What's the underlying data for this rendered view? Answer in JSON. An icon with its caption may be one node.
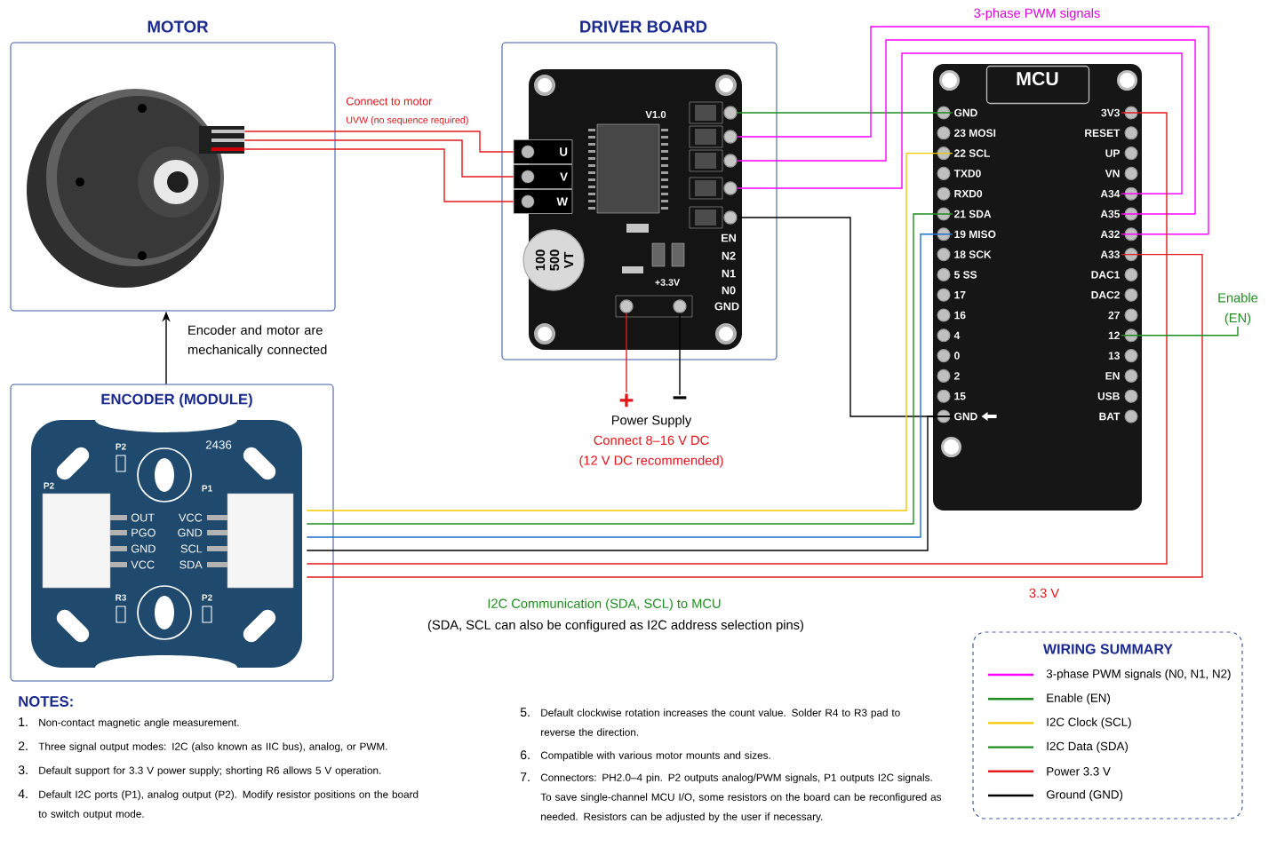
{
  "diagram": {
    "nodes": [
      {
        "text": [
          "MOTOR"
        ]
      },
      {
        "text": [],
        "shape": "picture",
        "in": 0
      },
      {
        "text": [
          "DRIVER BOARD"
        ]
      },
      {
        "text": [],
        "shape": "picture",
        "in": 2
      },
      {
        "text": [
          "U"
        ],
        "in": 3
      },
      {
        "text": [
          "V"
        ],
        "in": 3
      },
      {
        "text": [
          "W"
        ],
        "in": 3
      },
      {
        "text": [],
        "shape": "circle",
        "in": 3
      },
      {
        "text": [],
        "shape": "circle",
        "in": 3
      },
      {
        "text": [],
        "shape": "circle",
        "in": 3
      },
      {
        "text": [],
        "shape": "circle",
        "in": 3
      },
      {
        "text": [],
        "shape": "circle",
        "in": 3
      },
      {
        "text": [],
        "shape": "circle",
        "in": 3
      },
      {
        "text": [],
        "shape": "circle",
        "in": 3
      },
      {
        "text": [
          "MCU"
        ]
      },
      {
        "text": [
          "GND"
        ],
        "in": 14
      },
      {
        "text": [
          "23 MOSI"
        ],
        "in": 14
      },
      {
        "text": [
          "22 SCL"
        ],
        "in": 14
      },
      {
        "text": [
          "TXD0"
        ],
        "in": 14
      },
      {
        "text": [
          "RXD0"
        ],
        "in": 14
      },
      {
        "text": [
          "21 SDA"
        ],
        "in": 14
      },
      {
        "text": [
          "19 MISO"
        ],
        "in": 14
      },
      {
        "text": [
          "18 SCK"
        ],
        "in": 14
      },
      {
        "text": [
          "5 SS"
        ],
        "in": 14
      },
      {
        "text": [
          "17"
        ],
        "in": 14
      },
      {
        "text": [
          "16"
        ],
        "in": 14
      },
      {
        "text": [
          "4"
        ],
        "in": 14
      },
      {
        "text": [
          "0"
        ],
        "in": 14
      },
      {
        "text": [
          "2"
        ],
        "in": 14
      },
      {
        "text": [
          "15"
        ],
        "in": 14
      },
      {
        "text": [
          "GND"
        ],
        "in": 14
      },
      {
        "text": [
          "3V3"
        ],
        "in": 14
      },
      {
        "text": [
          "RESET"
        ],
        "in": 14
      },
      {
        "text": [
          "UP"
        ],
        "in": 14
      },
      {
        "text": [
          "VN"
        ],
        "in": 14
      },
      {
        "text": [
          "A34"
        ],
        "in": 14
      },
      {
        "text": [
          "A35"
        ],
        "in": 14
      },
      {
        "text": [
          "A32"
        ],
        "in": 14
      },
      {
        "text": [
          "A33"
        ],
        "in": 14
      },
      {
        "text": [
          "DAC1"
        ],
        "in": 14
      },
      {
        "text": [
          "DAC2"
        ],
        "in": 14
      },
      {
        "text": [
          "27"
        ],
        "in": 14
      },
      {
        "text": [
          "12"
        ],
        "in": 14
      },
      {
        "text": [
          "13"
        ],
        "in": 14
      },
      {
        "text": [
          "EN"
        ],
        "in": 14
      },
      {
        "text": [
          "USB"
        ],
        "in": 14
      },
      {
        "text": [
          "BAT"
        ],
        "in": 14
      },
      {
        "text": [
          "ENCODER (MODULE)"
        ]
      },
      {
        "text": [],
        "shape": "picture",
        "in": 47
      },
      {
        "text": [
          "+"
        ]
      },
      {
        "text": [
          "−"
        ]
      },
      {
        "text": [
          "Power Supply",
          "Connect 8–16 V DC",
          "(12 V DC recommended)"
        ]
      },
      {
        "text": [
          "Enable (EN)"
        ]
      }
    ],
    "edges": [
      {
        "from": 1,
        "to": 4,
        "arrow": "none"
      },
      {
        "from": 1,
        "to": 5,
        "arrow": "none"
      },
      {
        "from": 1,
        "to": 6,
        "arrow": "none"
      },
      {
        "from": 7,
        "to": 15,
        "arrow": "none",
        "color": "#1e8c1e"
      },
      {
        "from": 8,
        "to": 37,
        "arrow": "none",
        "color": "#ff00ff"
      },
      {
        "from": 9,
        "to": 36,
        "arrow": "none",
        "color": "#ff00ff"
      },
      {
        "from": 10,
        "to": 35,
        "arrow": "none",
        "color": "#ff00ff"
      },
      {
        "from": 11,
        "to": 30,
        "arrow": "none",
        "color": "#000000"
      },
      {
        "from": 12,
        "to": 49,
        "arrow": "none"
      },
      {
        "from": 13,
        "to": 50,
        "arrow": "none",
        "color": "#000000"
      },
      {
        "from": 47,
        "to": 0,
        "arrow": "to",
        "label": "Encoder and motor are mechanically connected",
        "color": "#000000"
      },
      {
        "from": 48,
        "to": 31,
        "arrow": "none"
      },
      {
        "from": 48,
        "to": 38,
        "arrow": "none"
      },
      {
        "from": 48,
        "to": 17,
        "arrow": "none",
        "color": "#f5c800"
      },
      {
        "from": 48,
        "to": 20,
        "arrow": "none",
        "color": "#1e8c1e"
      },
      {
        "from": 48,
        "to": 21,
        "arrow": "none",
        "color": "#1f6fd1"
      },
      {
        "from": 48,
        "to": 30,
        "arrow": "none",
        "color": "#000000"
      },
      {
        "from": 42,
        "to": 52,
        "arrow": "none",
        "color": "#1e8c1e"
      }
    ],
    "labels": [
      "Connect to motor",
      "UVW (no sequence required)",
      "3-phase PWM signals",
      "V1.0",
      "100",
      "500",
      "VT",
      "+3.3V",
      "EN",
      "N2",
      "N1",
      "N0",
      "GND",
      "P2",
      "2436",
      "P2",
      "P1",
      "OUT",
      "VCC",
      "PGO",
      "GND",
      "GND",
      "SCL",
      "VCC",
      "SDA",
      "R3",
      "P2",
      "3.3 V",
      "I2C Communication (SDA, SCL) to MCU",
      "(SDA, SCL can also be configured as I2C address selection pins)",
      "NOTES:",
      "1.",
      "Non-contact magnetic angle measurement.",
      "2.",
      "Three signal output modes: I2C (also known as IIC bus), analog, or PWM.",
      "3.",
      "Default support for 3.3 V power supply; shorting R6 allows 5 V operation.",
      "4.",
      "Default I2C ports (P1), analog output (P2). Modify resistor positions on the board to switch output mode.",
      "5.",
      "Default clockwise rotation increases the count value. Solder R4 to R3 pad to reverse the direction.",
      "6.",
      "Compatible with various motor mounts and sizes.",
      "7.",
      "Connectors: PH2.0–4 pin. P2 outputs analog/PWM signals, P1 outputs I2C signals. To save single-channel MCU I/O, some resistors on the board can be reconfigured as needed. Resistors can be adjusted by the user if necessary.",
      "WIRING SUMMARY"
    ],
    "legend": [
      {
        "text": "3-phase PWM signals (N0, N1, N2)",
        "color": "#ff00ff"
      },
      {
        "text": "Enable (EN)",
        "color": "#1e8c1e"
      },
      {
        "text": "I2C Clock (SCL)",
        "color": "#f5c800"
      },
      {
        "text": "I2C Data (SDA)",
        "color": "#1e8c1e"
      },
      {
        "text": "Power 3.3 V",
        "color": "#e41a1c"
      },
      {
        "text": "Ground (GND)",
        "color": "#000000"
      }
    ]
  }
}
